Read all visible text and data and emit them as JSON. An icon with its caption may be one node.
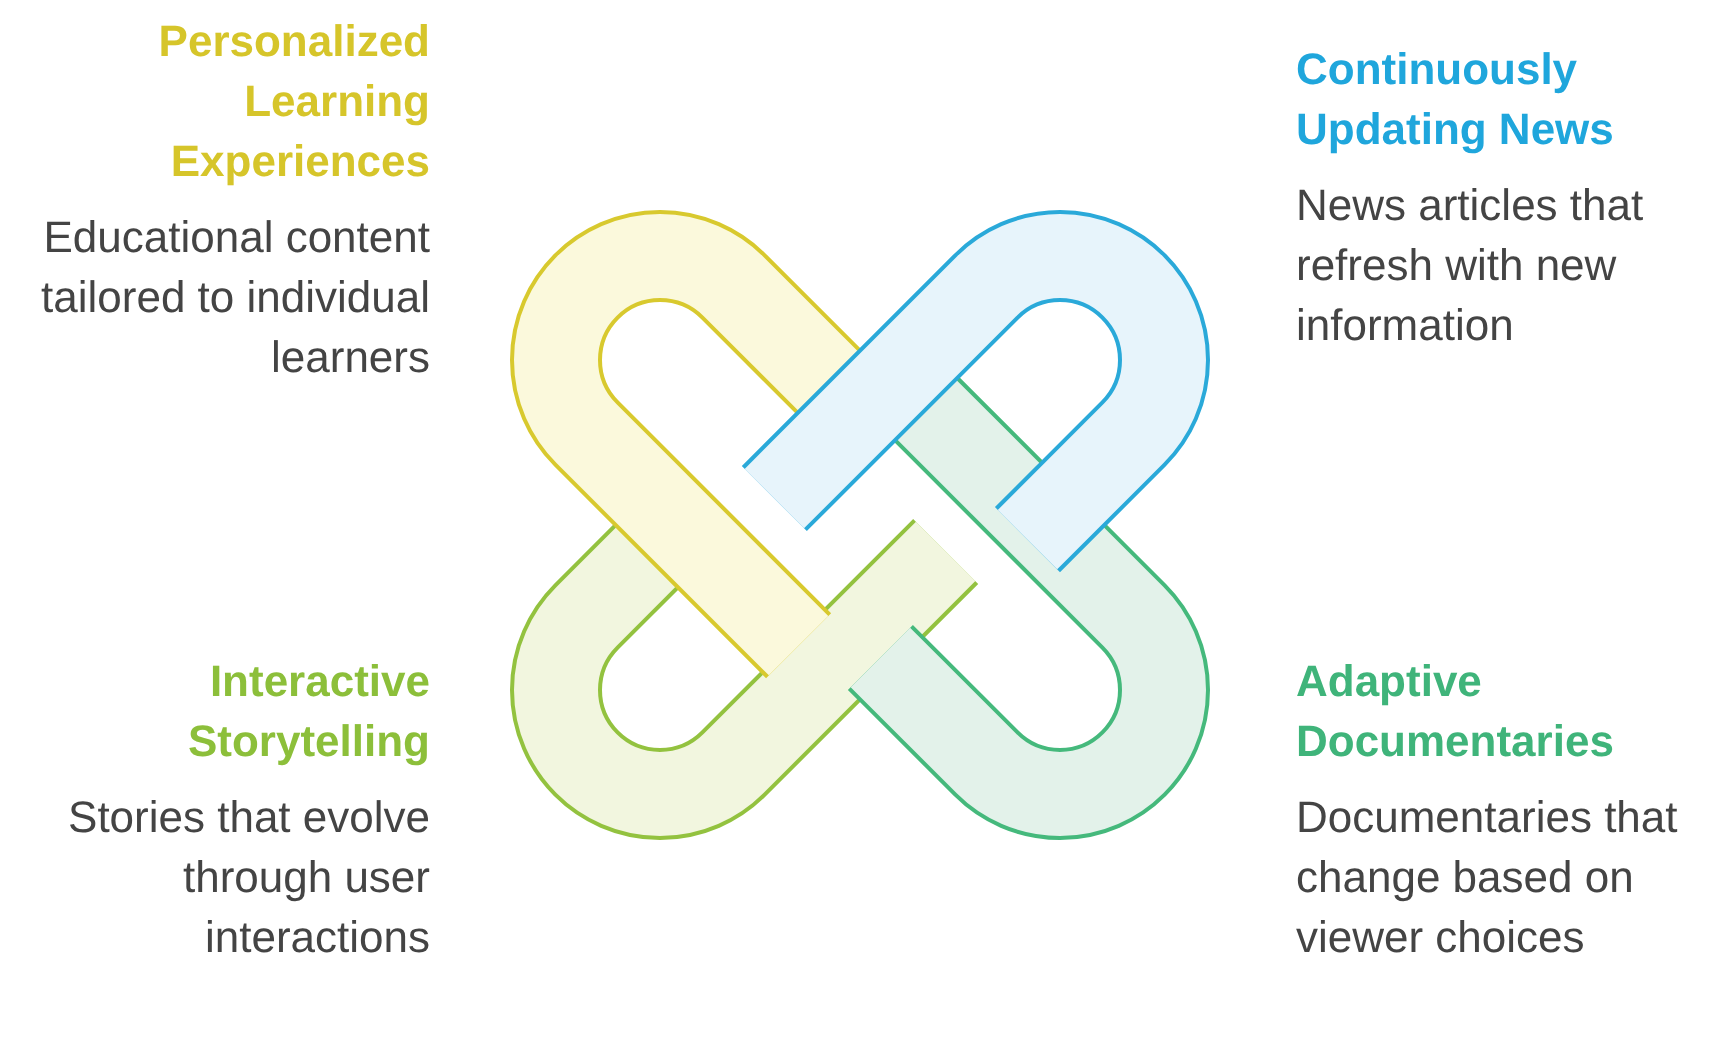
{
  "diagram": {
    "nodes": [
      {
        "text": [],
        "shape": "hook",
        "beside": [
          "Personalized Learning Experiences",
          "Educational content tailored to individual learners"
        ]
      },
      {
        "text": [],
        "shape": "hook",
        "beside": [
          "Continuously Updating News",
          "News articles that refresh with new information"
        ]
      },
      {
        "text": [],
        "shape": "hook",
        "beside": [
          "Interactive Storytelling",
          "Stories that evolve through user interactions"
        ]
      },
      {
        "text": [],
        "shape": "hook",
        "beside": [
          "Adaptive Documentaries",
          "Documentaries that change based on viewer choices"
        ]
      }
    ]
  }
}
